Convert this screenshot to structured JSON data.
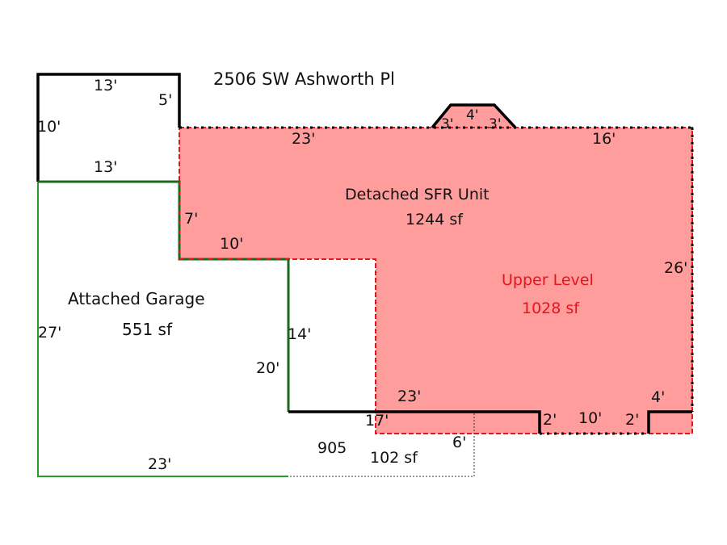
{
  "title": "2506 SW Ashworth Pl",
  "colors": {
    "unit_fill": "#ff9d9d",
    "unit_outline": "#e8141c",
    "garage_line": "#1a7a1a",
    "wall": "#000000"
  },
  "areas": {
    "unit": {
      "name": "Detached SFR Unit",
      "size": "1244 sf"
    },
    "upper": {
      "name": "Upper Level",
      "size": "1028 sf"
    },
    "garage": {
      "name": "Attached Garage",
      "size": "551 sf"
    },
    "porch": {
      "code": "905",
      "size": "102 sf"
    }
  },
  "dimensions": {
    "box_top": "13'",
    "box_right": "5'",
    "box_left": "10'",
    "box_bottom": "13'",
    "unit_top_left": "23'",
    "bay_left": "3'",
    "bay_top": "4'",
    "bay_right": "3'",
    "unit_top_right": "16'",
    "unit_left": "7'",
    "unit_step": "10'",
    "unit_right": "26'",
    "garage_left": "27'",
    "garage_inner_upper": "14'",
    "garage_inner_lower": "20'",
    "garage_bottom": "23'",
    "bottom_23": "23'",
    "bottom_17": "17'",
    "porch_right": "6'",
    "notch_left": "2'",
    "notch_bottom": "10'",
    "notch_right": "2'",
    "bottom_right": "4'"
  }
}
